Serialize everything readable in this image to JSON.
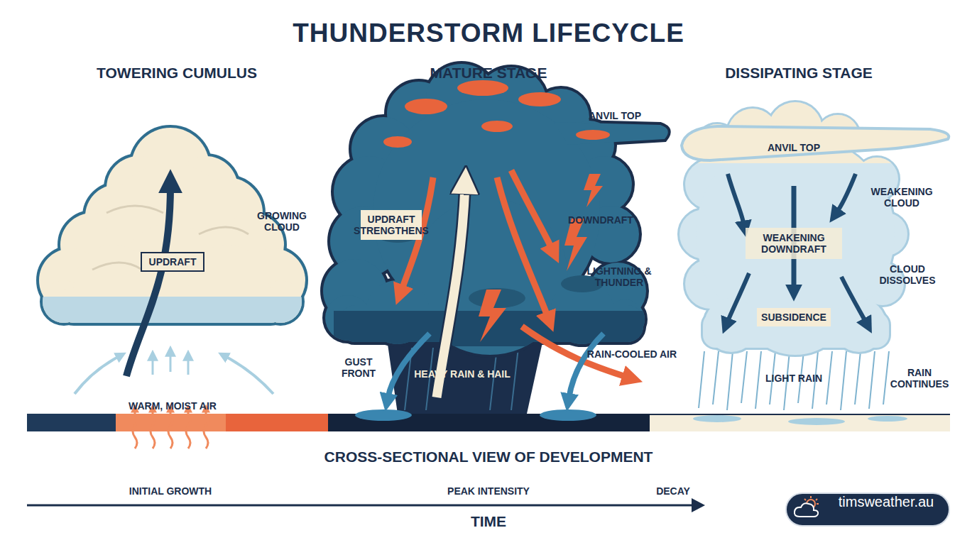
{
  "diagram": {
    "title": "THUNDERSTORM LIFECYCLE",
    "caption": "CROSS-SECTIONAL VIEW OF DEVELOPMENT",
    "nodes": [
      {
        "text": [
          "UPDRAFT"
        ]
      },
      {
        "text": [
          "UPDRAFT STRENGTHENS"
        ]
      },
      {
        "text": [
          "WEAKENING DOWNDRAFT"
        ]
      },
      {
        "text": [
          "SUBSIDENCE"
        ]
      },
      {
        "text": [
          "timsweather.au"
        ]
      }
    ],
    "labels": [
      "TOWERING CUMULUS",
      "GROWING CLOUD",
      "WARM, MOIST AIR",
      "MATURE STAGE",
      "ANVIL TOP",
      "DOWNDRAFT",
      "LIGHTNING & THUNDER",
      "GUST FRONT",
      "HEAVY RAIN & HAIL",
      "RAIN-COOLED AIR",
      "DISSIPATING STAGE",
      "ANVIL TOP",
      "WEAKENING CLOUD",
      "CLOUD DISSOLVES",
      "LIGHT RAIN",
      "RAIN CONTINUES",
      "INITIAL GROWTH",
      "PEAK INTENSITY",
      "DECAY",
      "TIME"
    ]
  }
}
